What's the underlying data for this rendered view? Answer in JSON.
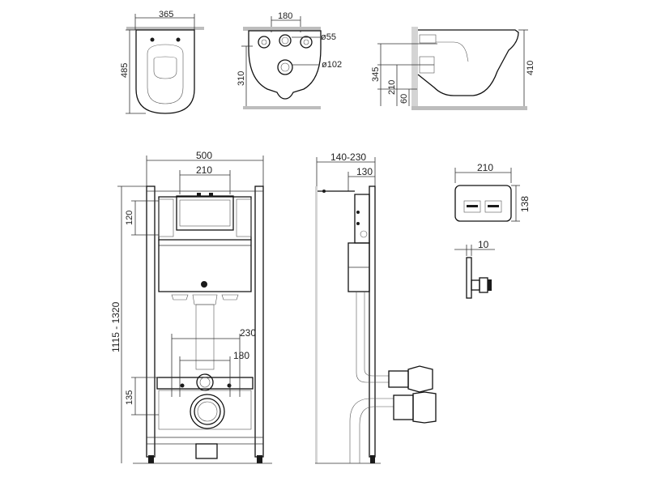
{
  "dims": {
    "bowl_top": {
      "width": "365",
      "length": "485"
    },
    "bowl_rear": {
      "width": "180",
      "hole_small": "ø55",
      "hole_large": "ø102",
      "height": "310"
    },
    "bowl_side": {
      "h1": "345",
      "h2": "210",
      "h3": "60",
      "h4": "410"
    },
    "frame_front": {
      "width": "500",
      "inner": "210",
      "top_offset": "120",
      "height": "1115 - 1320",
      "w230": "230",
      "w180": "180",
      "h135": "135"
    },
    "frame_side": {
      "depth_range": "140-230",
      "depth": "130"
    },
    "plate": {
      "width": "210",
      "height": "138",
      "thickness": "10"
    }
  }
}
